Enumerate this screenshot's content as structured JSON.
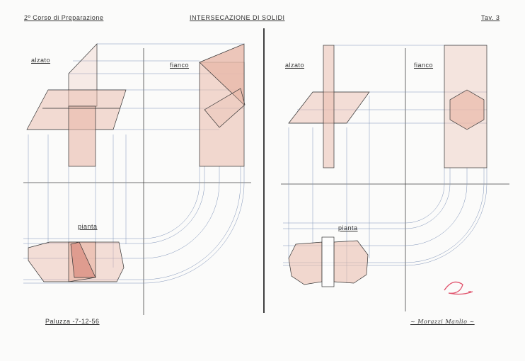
{
  "header": {
    "course": "2º Corso di Preparazione",
    "title": "INTERSECAZIONE DI SOLIDI",
    "plate": "Tav. 3"
  },
  "left_drawing": {
    "elevation_label": "alzato",
    "side_label": "fianco",
    "plan_label": "pianta"
  },
  "right_drawing": {
    "elevation_label": "alzato",
    "side_label": "fianco",
    "plan_label": "pianta"
  },
  "footer": {
    "place_date": "Paluzza -7-12-56",
    "author": "~ Morazzi Manlio ~"
  },
  "colors": {
    "fill": "#e9b9aa",
    "line": "#6a7fa8",
    "stamp": "#e0506a"
  }
}
